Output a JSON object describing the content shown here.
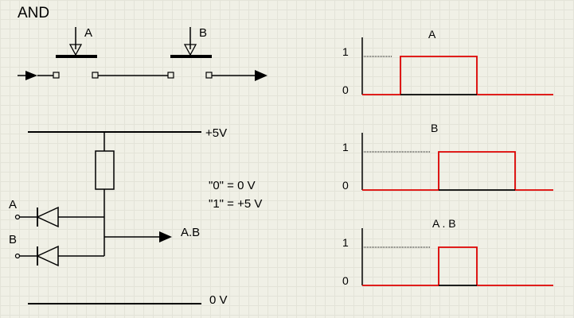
{
  "title": "AND",
  "switches": {
    "a_label": "A",
    "b_label": "B"
  },
  "circuit": {
    "supply_label": "+5V",
    "ground_label": "0 V",
    "logic0": "\"0\" = 0 V",
    "logic1": "\"1\" = +5 V",
    "input_a": "A",
    "input_b": "B",
    "output_label": "A.B"
  },
  "waveforms": [
    {
      "name": "A",
      "y1": "1",
      "y0": "0",
      "high_interval": [
        0.2,
        0.6
      ]
    },
    {
      "name": "B",
      "y1": "1",
      "y0": "0",
      "high_interval": [
        0.4,
        0.8
      ]
    },
    {
      "name": "A . B",
      "y1": "1",
      "y0": "0",
      "high_interval": [
        0.4,
        0.6
      ]
    }
  ],
  "colors": {
    "signal": "#dd0000",
    "line": "#000000"
  }
}
